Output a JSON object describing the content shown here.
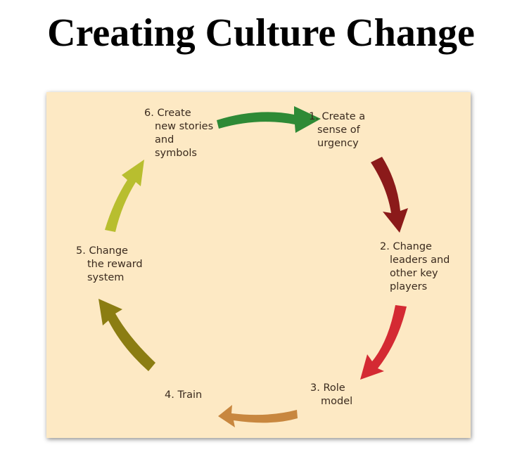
{
  "title": "Creating Culture Change",
  "colors": {
    "background": "#ffffff",
    "panel": "#fde9c4",
    "arrow_1_to_2": "#8b1a1a",
    "arrow_2_to_3": "#d42a33",
    "arrow_3_to_4": "#c8873f",
    "arrow_4_to_5": "#8b7d12",
    "arrow_5_to_6": "#b8be2f",
    "arrow_6_to_1": "#2e8a36"
  },
  "steps": [
    {
      "lines": [
        "1. Create a",
        "sense of",
        "urgency"
      ]
    },
    {
      "lines": [
        "2. Change",
        "leaders and",
        "other key",
        "players"
      ]
    },
    {
      "lines": [
        "3. Role",
        "model"
      ]
    },
    {
      "lines": [
        "4. Train"
      ]
    },
    {
      "lines": [
        "5. Change",
        "the reward",
        "system"
      ]
    },
    {
      "lines": [
        "6. Create",
        "new stories",
        "and",
        "symbols"
      ]
    }
  ]
}
